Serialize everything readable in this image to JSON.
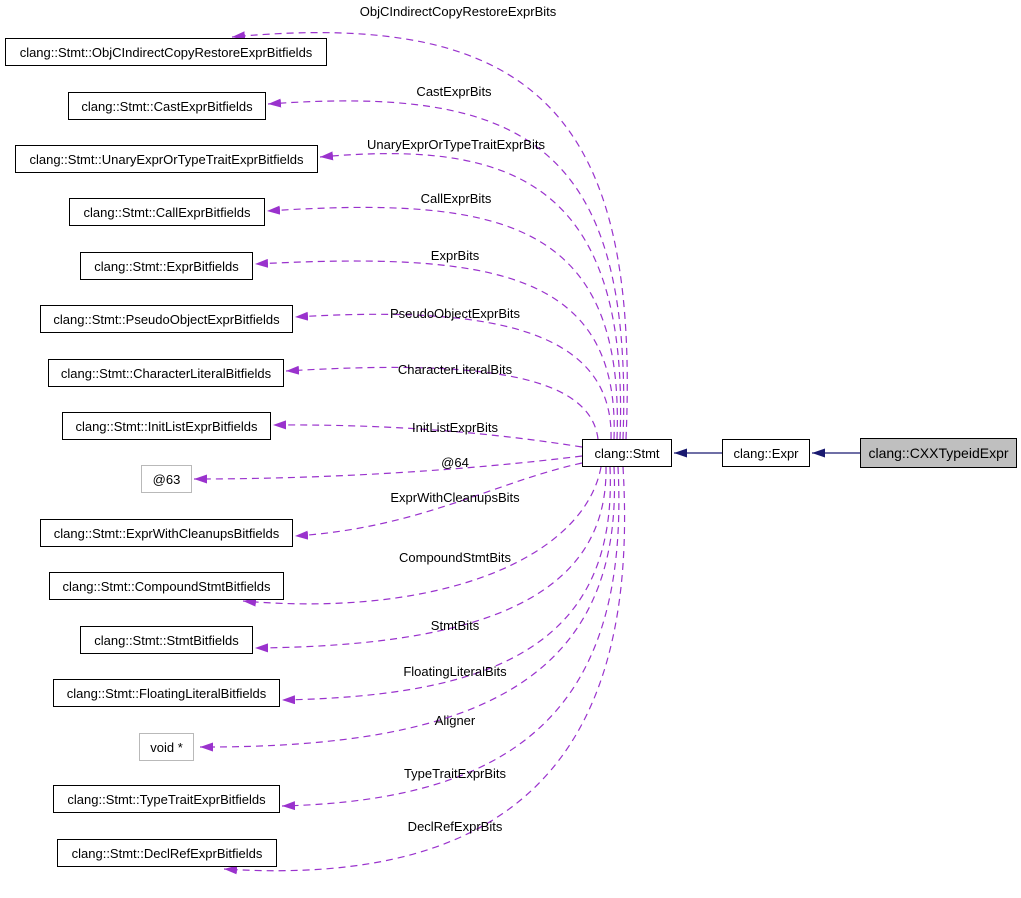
{
  "nodes": {
    "stmt": "clang::Stmt",
    "expr": "clang::Expr",
    "target": "clang::CXXTypeidExpr"
  },
  "collaboration_edges": [
    {
      "label": "ObjCIndirectCopyRestoreExprBits",
      "target": "clang::Stmt::ObjCIndirectCopyRestoreExprBitfields"
    },
    {
      "label": "CastExprBits",
      "target": "clang::Stmt::CastExprBitfields"
    },
    {
      "label": "UnaryExprOrTypeTraitExprBits",
      "target": "clang::Stmt::UnaryExprOrTypeTraitExprBitfields"
    },
    {
      "label": "CallExprBits",
      "target": "clang::Stmt::CallExprBitfields"
    },
    {
      "label": "ExprBits",
      "target": "clang::Stmt::ExprBitfields"
    },
    {
      "label": "PseudoObjectExprBits",
      "target": "clang::Stmt::PseudoObjectExprBitfields"
    },
    {
      "label": "CharacterLiteralBits",
      "target": "clang::Stmt::CharacterLiteralBitfields"
    },
    {
      "label": "InitListExprBits",
      "target": "clang::Stmt::InitListExprBitfields"
    },
    {
      "label": "@64",
      "target": "@63"
    },
    {
      "label": "ExprWithCleanupsBits",
      "target": "clang::Stmt::ExprWithCleanupsBitfields"
    },
    {
      "label": "CompoundStmtBits",
      "target": "clang::Stmt::CompoundStmtBitfields"
    },
    {
      "label": "StmtBits",
      "target": "clang::Stmt::StmtBitfields"
    },
    {
      "label": "FloatingLiteralBits",
      "target": "clang::Stmt::FloatingLiteralBitfields"
    },
    {
      "label": "Aligner",
      "target": "void *"
    },
    {
      "label": "TypeTraitExprBits",
      "target": "clang::Stmt::TypeTraitExprBitfields"
    },
    {
      "label": "DeclRefExprBits",
      "target": "clang::Stmt::DeclRefExprBitfields"
    }
  ],
  "colors": {
    "usage_edge": "#9a32cd",
    "inheritance_edge": "#191970",
    "target_fill": "#bfbfbf",
    "class_border": "#000000",
    "plain_border": "#b9b9b9",
    "background": "#ffffff",
    "text": "#000000"
  }
}
